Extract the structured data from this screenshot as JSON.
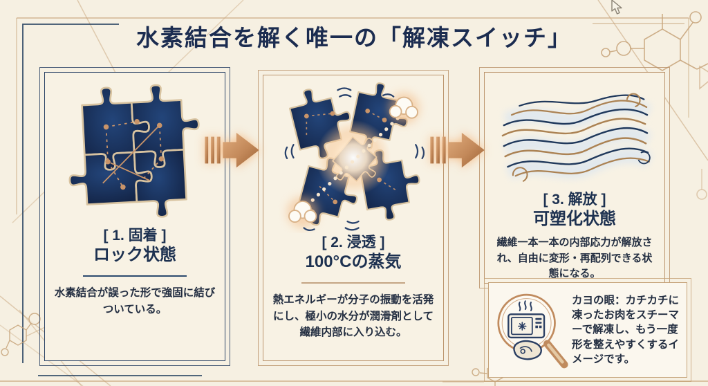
{
  "title": "水素結合を解く唯一の「解凍スイッチ」",
  "steps": [
    {
      "label": "[ 1. 固着 ]",
      "heading": "ロック状態",
      "body": "水素結合が誤った形で強固に結びついている。",
      "icon": "locked-puzzle-icon"
    },
    {
      "label": "[ 2. 浸透 ]",
      "heading": "100°Cの蒸気",
      "body": "熱エネルギーが分子の振動を活発にし、極小の水分が潤滑剤として繊維内部に入り込む。",
      "icon": "steam-burst-puzzle-icon"
    },
    {
      "label": "[ 3. 解放 ]",
      "heading": "可塑化状態",
      "body": "繊維一本一本の内部応力が解放され、自由に変形・再配列できる状態になる。",
      "icon": "relaxed-fibers-icon"
    }
  ],
  "callout": {
    "text": "カヨの眼：カチカチに凍ったお肉をスチーマーで解凍し、もう一度形を整えやすくするイメージです。",
    "icon": "magnifier-microwave-icon"
  },
  "colors": {
    "background": "#f6f0e2",
    "navy": "#1d3150",
    "puzzle_navy": "#152a4e",
    "copper": "#b97f4f",
    "copper_light": "#d9b288",
    "glow": "#f4c79a",
    "halo_blue": "#d7e4f2"
  }
}
